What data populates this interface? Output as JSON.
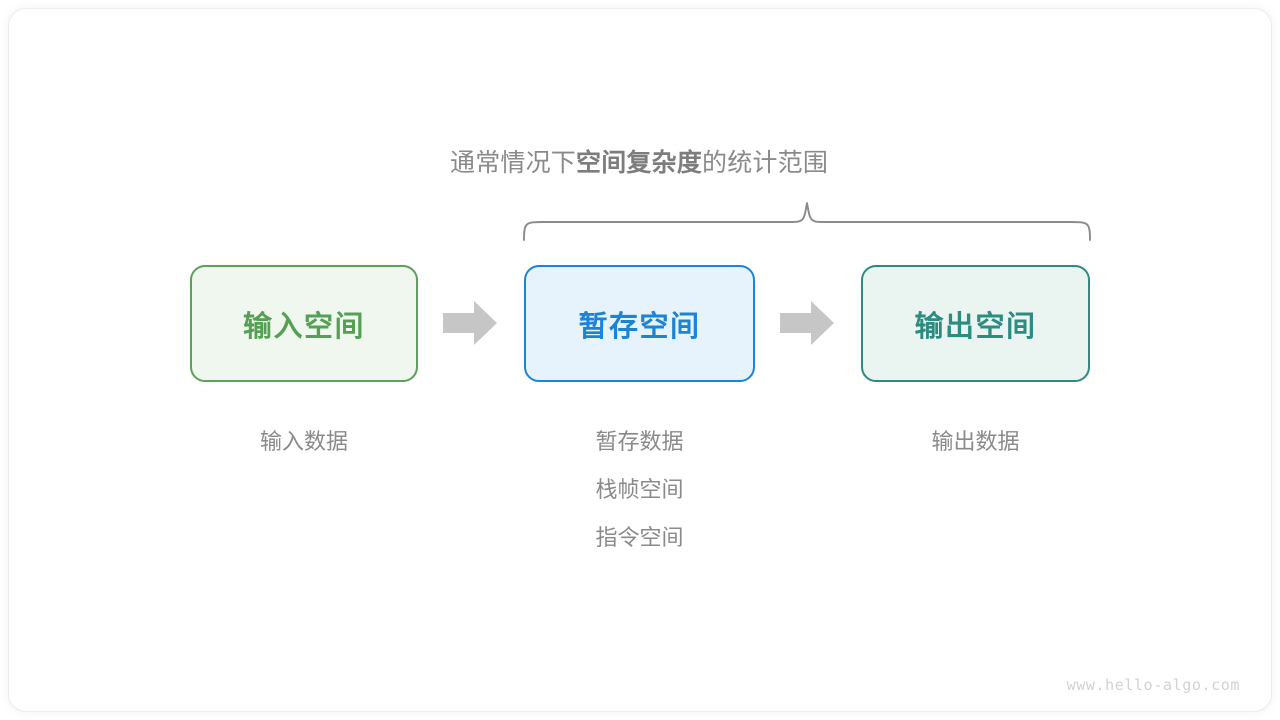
{
  "figure": {
    "title_caption": {
      "prefix": "通常情况下",
      "emphasis": "空间复杂度",
      "suffix": "的统计范围"
    },
    "watermark": "www.hello-algo.com"
  },
  "boxes": [
    {
      "id": "input-space",
      "label": "输入空间",
      "border_color": "#5ba05b",
      "fill_color": "#eff7ee",
      "text_color": "#55a055"
    },
    {
      "id": "temp-space",
      "label": "暂存空间",
      "border_color": "#1d83d4",
      "fill_color": "#e7f3fc",
      "text_color": "#1d83d4"
    },
    {
      "id": "output-space",
      "label": "输出空间",
      "border_color": "#2e8b80",
      "fill_color": "#eaf5f2",
      "text_color": "#2e8b80"
    }
  ],
  "arrows": [
    {
      "id": "arrow-input-to-temp",
      "icon": "right-block-arrow-icon",
      "color": "#c6c6c6"
    },
    {
      "id": "arrow-temp-to-output",
      "icon": "right-block-arrow-icon",
      "color": "#c6c6c6"
    }
  ],
  "captions": {
    "input": [
      "输入数据"
    ],
    "temp": [
      "暂存数据",
      "栈帧空间",
      "指令空间"
    ],
    "output": [
      "输出数据"
    ]
  },
  "brace": {
    "id": "range-brace",
    "color": "#8a8a8a",
    "covers": [
      "暂存空间",
      "输出空间"
    ]
  }
}
